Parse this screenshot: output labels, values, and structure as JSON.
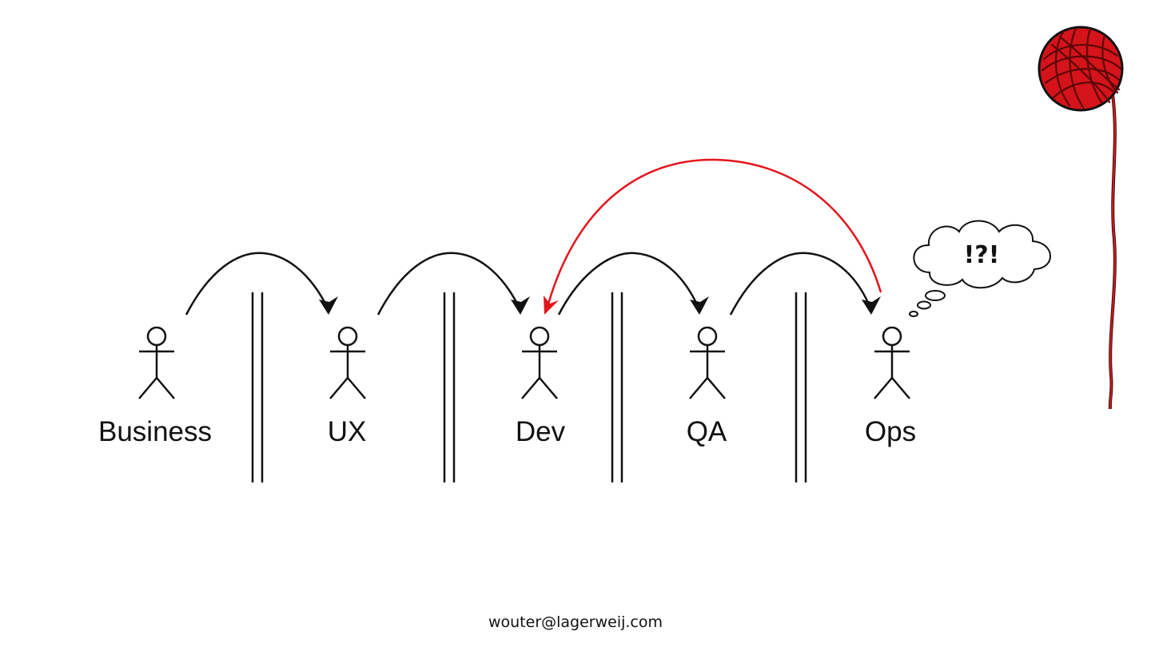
{
  "diagram": {
    "actors": [
      {
        "id": "business",
        "label": "Business"
      },
      {
        "id": "ux",
        "label": "UX"
      },
      {
        "id": "dev",
        "label": "Dev"
      },
      {
        "id": "qa",
        "label": "QA"
      },
      {
        "id": "ops",
        "label": "Ops"
      }
    ],
    "handoffs": [
      {
        "from": "business",
        "to": "ux"
      },
      {
        "from": "ux",
        "to": "dev"
      },
      {
        "from": "dev",
        "to": "qa"
      },
      {
        "from": "qa",
        "to": "ops"
      }
    ],
    "feedback": {
      "from": "ops",
      "to": "dev",
      "color": "#e3141b"
    },
    "thought_bubble": {
      "text": "!?!"
    },
    "yarn_ball": {
      "color": "#d4141a"
    }
  },
  "footer": {
    "email": "wouter@lagerweij.com"
  }
}
